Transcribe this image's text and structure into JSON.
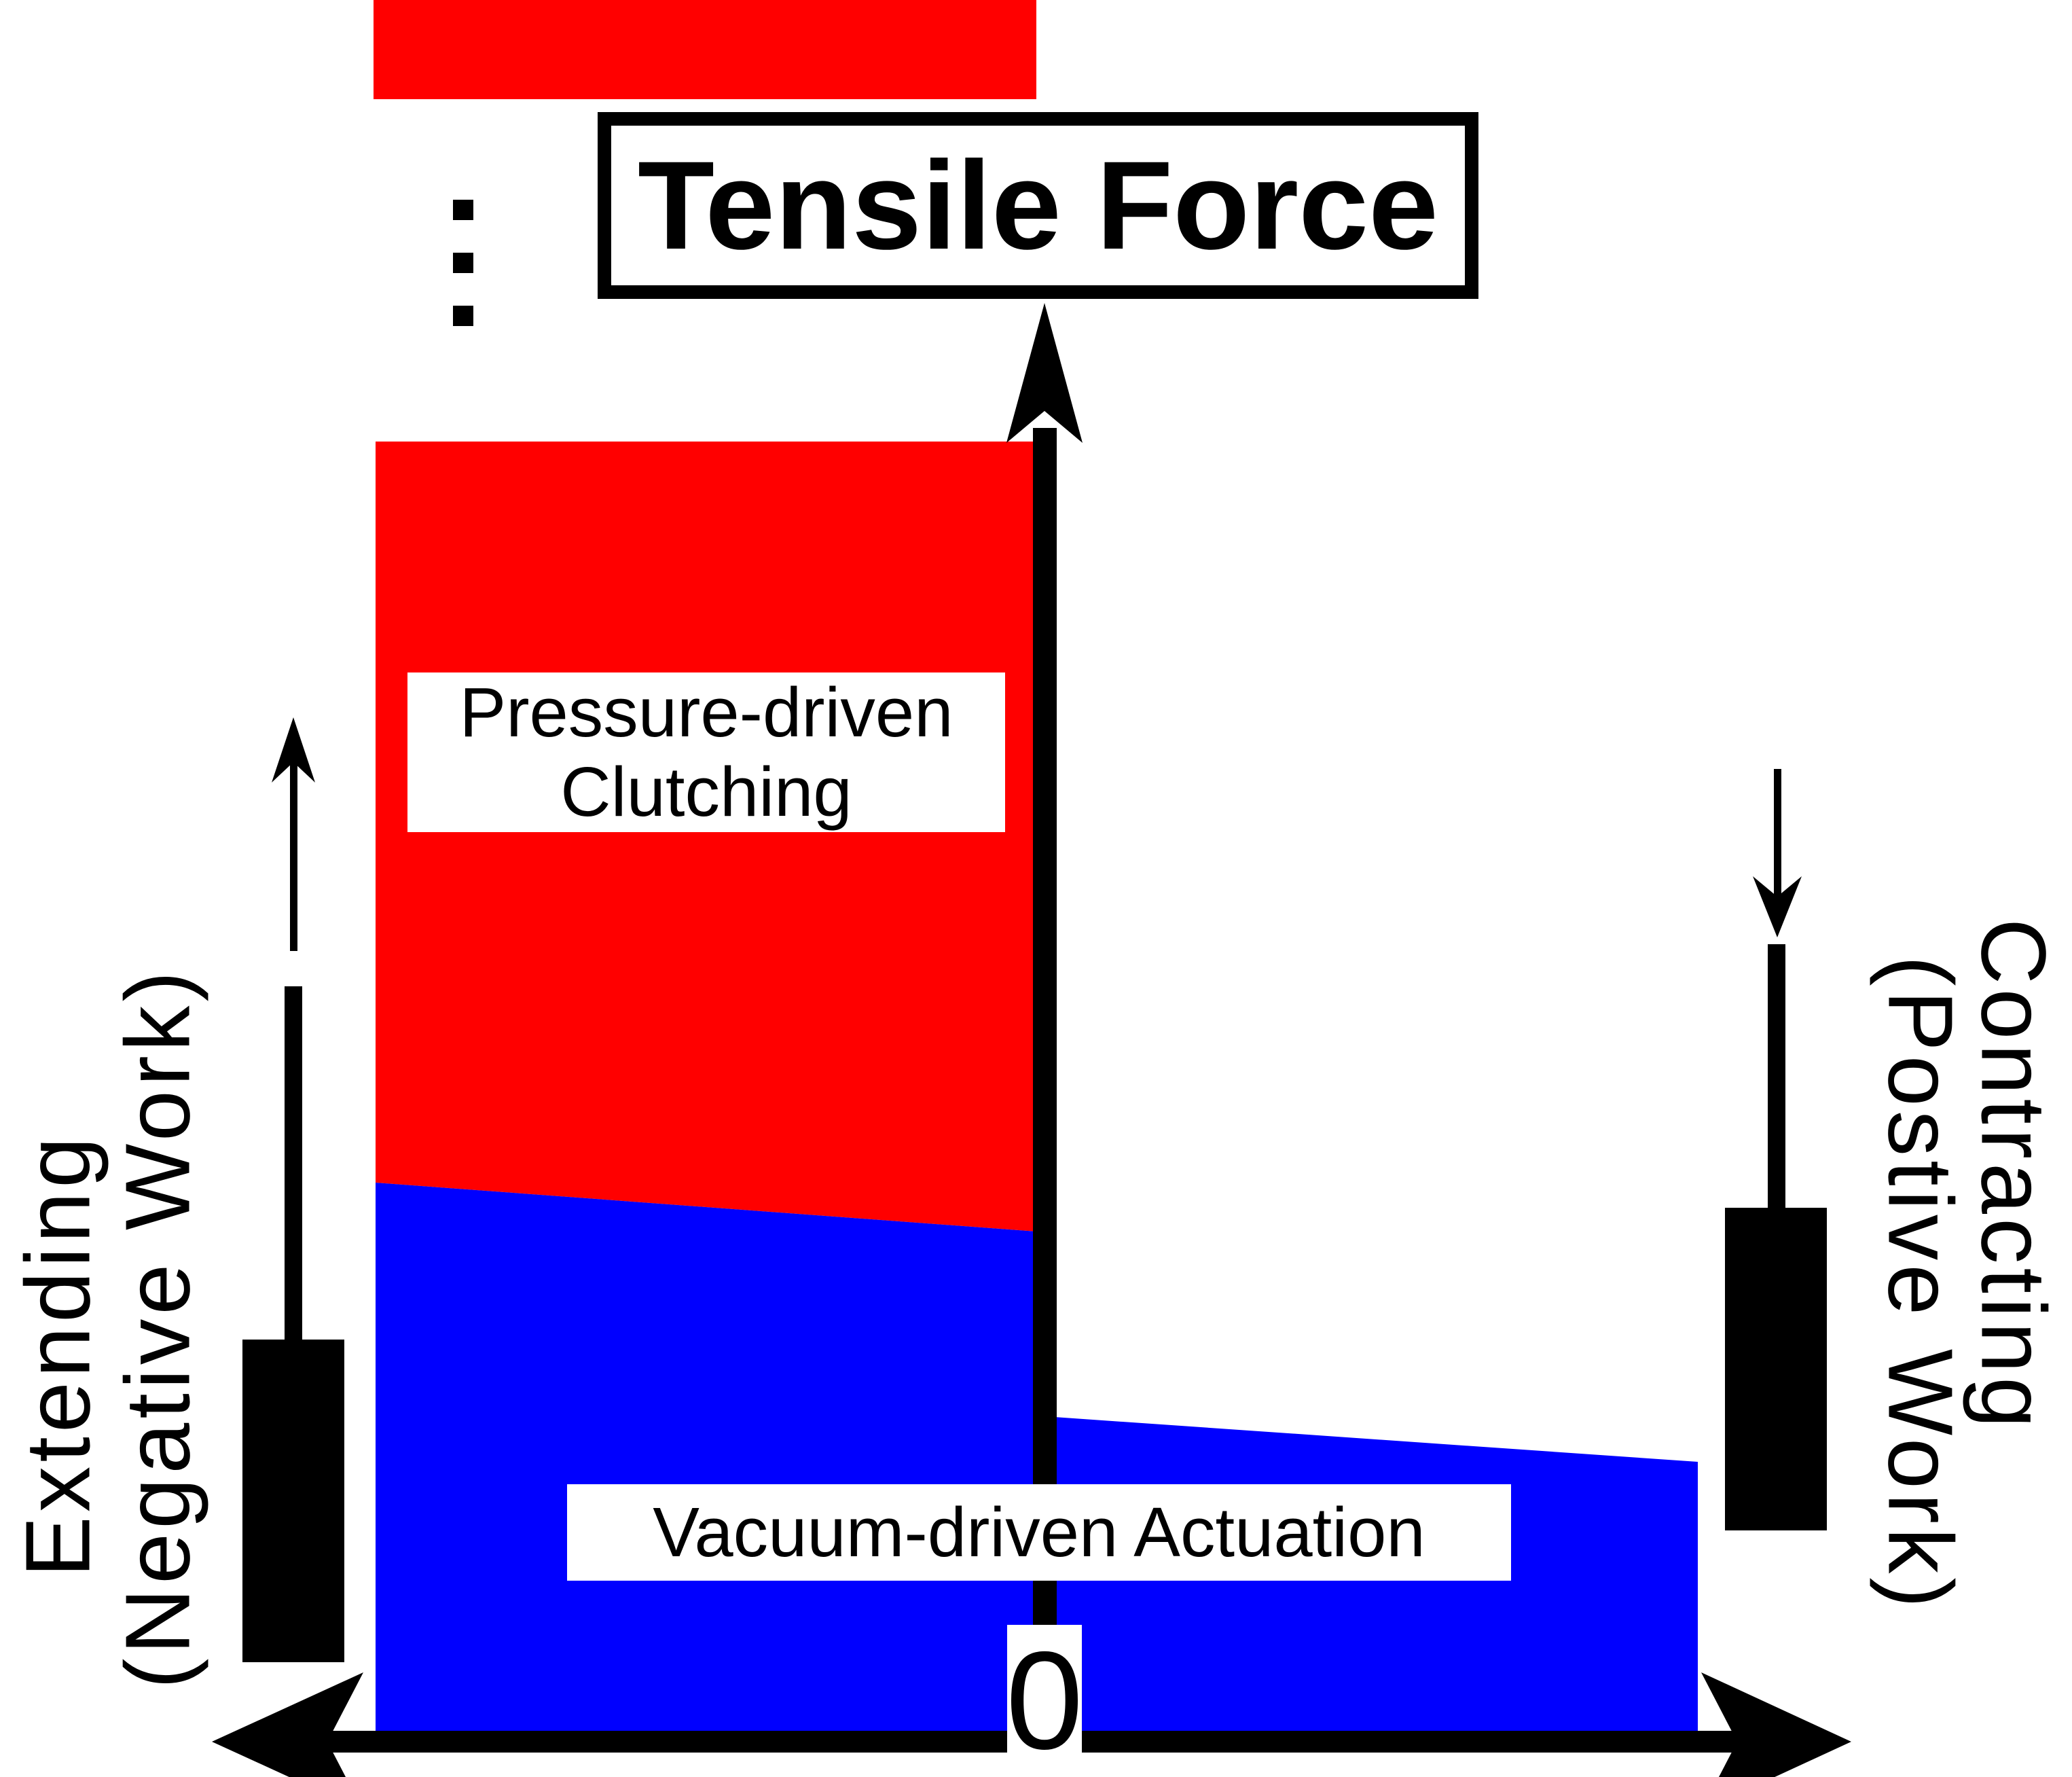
{
  "title": {
    "label": "Tensile Force"
  },
  "axes": {
    "y_axis_label": "Tensile Force",
    "origin_label": "0"
  },
  "regions": {
    "clutching": {
      "label_line1": "Pressure-driven",
      "label_line2": "Clutching",
      "color": "#ff0000"
    },
    "actuation": {
      "label": "Vacuum-driven Actuation",
      "color": "#0000ff"
    }
  },
  "annotations": {
    "left": {
      "line1": "Extending",
      "line2": "(Negative Work)"
    },
    "right": {
      "line1": "Contracting",
      "line2": "(Postive Work)"
    }
  },
  "colors": {
    "red": "#ff0000",
    "blue": "#0000ff",
    "black": "#000000",
    "white": "#ffffff"
  }
}
